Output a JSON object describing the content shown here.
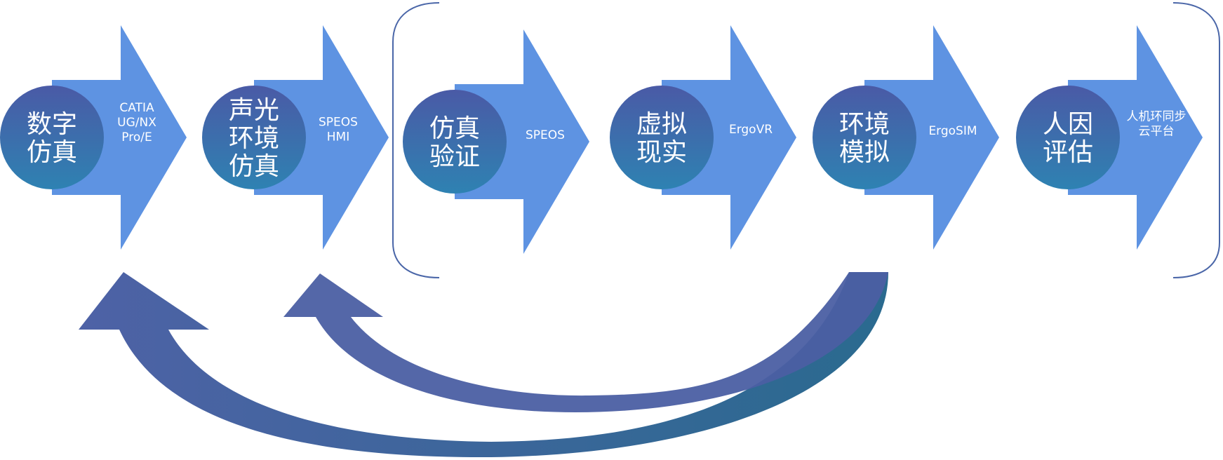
{
  "colors": {
    "arrow": "#5e93e2",
    "circle_top": "#4a5fa8",
    "circle_bottom": "#2f7fb0",
    "bracket": "#4a66a8",
    "curve_dark": "#2b6a8e",
    "curve_light": "#4b5fa3"
  },
  "steps": [
    {
      "title_lines": [
        "数字",
        "仿真"
      ],
      "tool_lines": [
        "CATIA",
        "UG/NX",
        "Pro/E"
      ]
    },
    {
      "title_lines": [
        "声光",
        "环境",
        "仿真"
      ],
      "tool_lines": [
        "SPEOS",
        "HMI"
      ]
    },
    {
      "title_lines": [
        "仿真",
        "验证"
      ],
      "tool_lines": [
        "SPEOS"
      ]
    },
    {
      "title_lines": [
        "虚拟",
        "现实"
      ],
      "tool_lines": [
        "ErgoVR"
      ]
    },
    {
      "title_lines": [
        "环境",
        "模拟"
      ],
      "tool_lines": [
        "ErgoSIM"
      ]
    },
    {
      "title_lines": [
        "人因",
        "评估"
      ],
      "tool_lines": [
        "人机环同步",
        "云平台"
      ]
    }
  ]
}
